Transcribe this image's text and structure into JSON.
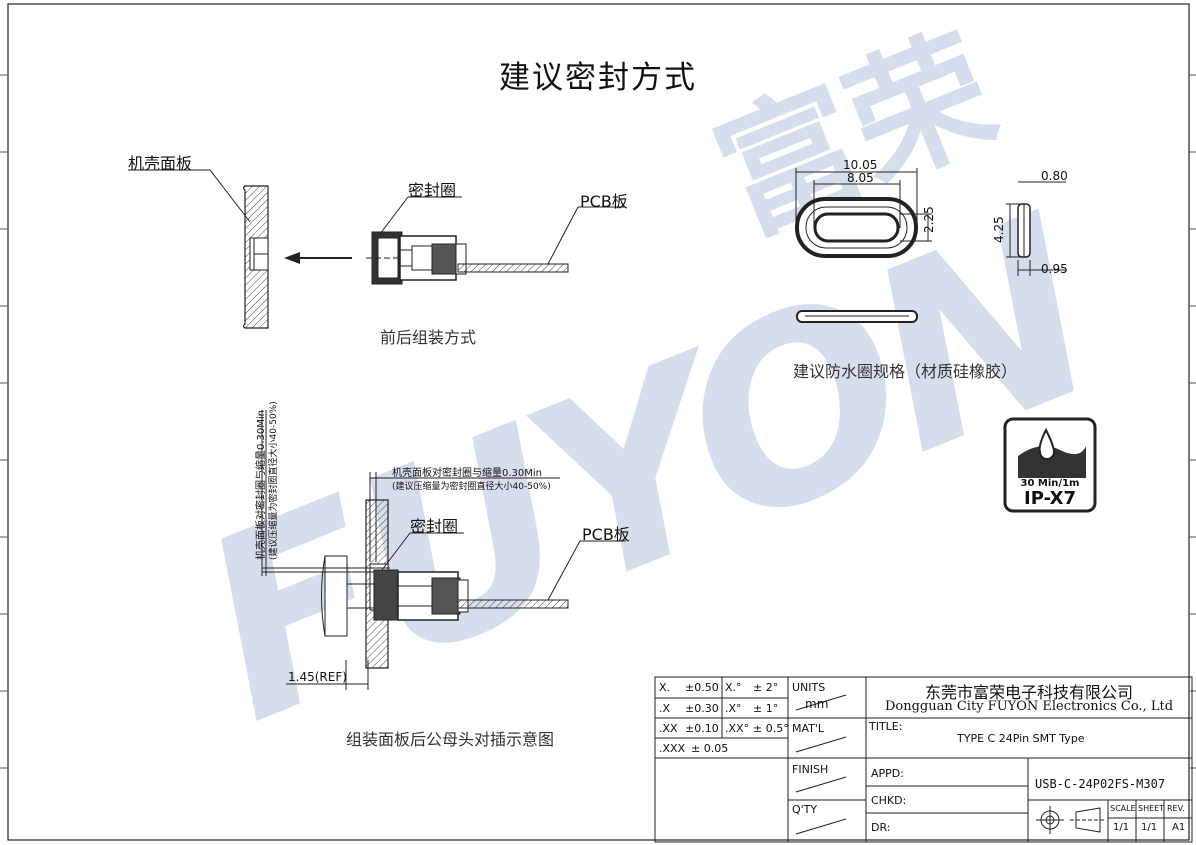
{
  "drawing": {
    "title": "建议密封方式",
    "watermark": "FUYON富荣",
    "labels": {
      "housing_panel": "机壳面板",
      "seal_ring_top": "密封圈",
      "pcb_top": "PCB板",
      "front_rear_assembly": "前后组装方式",
      "spec_caption": "建议防水圈规格（材质硅橡胶）",
      "seal_ring_bottom": "密封圈",
      "pcb_bottom": "PCB板",
      "bottom_caption": "组装面板后公母头对插示意图",
      "compress_h_line1": "机壳面板对密封圈与缩量0.30Min",
      "compress_h_line2": "(建议压缩量为密封圈直径大小40-50%)",
      "compress_v_line1": "机壳面板对密封圈与缩量0.30Min",
      "compress_v_line2": "(建议压缩量为密封圈直径大小40-50%)",
      "ref_dim": "1.45(REF)"
    },
    "dimensions": {
      "outer_length": "10.05",
      "inner_length": "8.05",
      "inner_height": "2.25",
      "outer_height": "4.25",
      "thickness": "0.80",
      "bottom_thk": "0.95"
    },
    "badge": {
      "line1": "30 Min/1m",
      "line2": "IP-X7"
    }
  },
  "title_block": {
    "tolerances": [
      {
        "key": "X.",
        "val": "±0.50",
        "ang_key": "X.°",
        "ang_val": "± 2°"
      },
      {
        "key": ".X",
        "val": "±0.30",
        "ang_key": ".X°",
        "ang_val": "± 1°"
      },
      {
        "key": ".XX",
        "val": "±0.10",
        "ang_key": ".XX°",
        "ang_val": "± 0.5°"
      },
      {
        "key": ".XXX",
        "val": "± 0.05"
      }
    ],
    "units_label": "UNITS",
    "units_value": "mm",
    "matl_label": "MAT'L",
    "finish_label": "FINISH",
    "qty_label": "Q'TY",
    "company_cn": "东莞市富荣电子科技有限公司",
    "company_en": "Dongguan City FUYON Electronics Co., Ltd",
    "title_label": "TITLE:",
    "title_value": "TYPE C 24Pin   SMT Type",
    "appd_label": "APPD:",
    "chkd_label": "CHKD:",
    "dr_label": "DR:",
    "part_no": "USB-C-24P02FS-M307",
    "scale_label": "SCALE",
    "sheet_label": "SHEET",
    "rev_label": "REV.",
    "scale_value": "1/1",
    "sheet_value": "1/1",
    "rev_value": "A1"
  }
}
